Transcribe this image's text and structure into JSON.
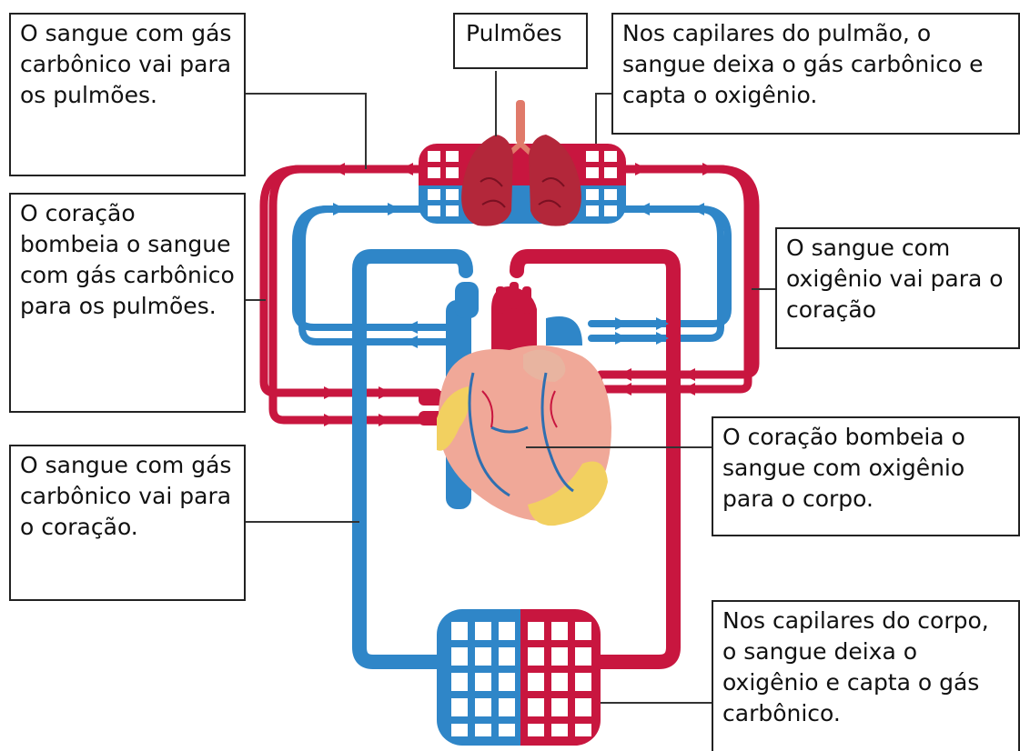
{
  "labels": {
    "lungs": "Pulmões",
    "blood_co2_to_lungs": "O sangue com gás carbônico vai para os pulmões.",
    "lung_capillaries": "Nos capilares do pulmão, o sangue deixa o gás carbônico e capta o oxigênio.",
    "heart_pumps_co2_blood": "O coração bombeia o sangue com gás carbônico para os pulmões.",
    "blood_o2_to_heart": "O sangue com oxigênio vai para o coração",
    "blood_co2_to_heart": "O sangue com gás carbônico vai para o coração.",
    "heart_pumps_o2_blood": "O coração bombeia o sangue com oxigênio para o corpo.",
    "body_capillaries": "Nos capilares do corpo, o sangue deixa o oxigênio e capta o gás carbônico."
  },
  "colors": {
    "oxygenated": "#c8163f",
    "deoxygenated": "#2f86c8",
    "lung": "#b3273a",
    "heart": "#f0a898",
    "fat": "#f2d060"
  }
}
